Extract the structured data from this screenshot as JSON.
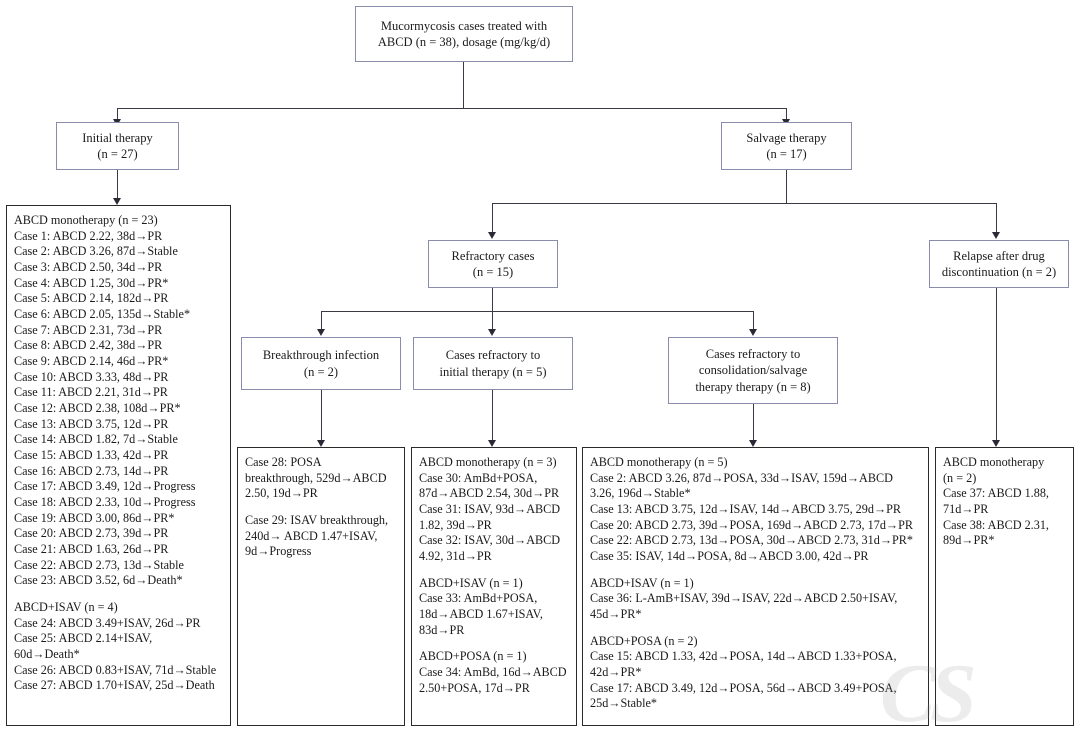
{
  "diagram": {
    "title": "Mucormycosis ABCD treatment flowchart",
    "border_color_process": "#8b8bab",
    "border_color_listbox": "#2a2a2a",
    "connector_color": "#3a3a46",
    "watermark_text": "CS"
  },
  "nodes": {
    "root": "Mucormycosis cases treated with\nABCD (n = 38), dosage (mg/kg/d)",
    "initial_therapy": "Initial therapy\n(n = 27)",
    "salvage_therapy": "Salvage therapy\n(n = 17)",
    "refractory_cases": "Refractory cases\n(n = 15)",
    "relapse_after_discontinuation": "Relapse after drug\ndiscontinuation (n = 2)",
    "breakthrough_infection": "Breakthrough infection\n(n = 2)",
    "refractory_initial": "Cases refractory to\ninitial therapy (n = 5)",
    "refractory_consolidation": "Cases refractory to\nconsolidation/salvage\ntherapy therapy (n = 8)"
  },
  "lists": {
    "initial_therapy_cases": {
      "blocks": [
        {
          "heading": "ABCD monotherapy (n = 23)",
          "items": [
            "Case 1: ABCD 2.22, 38d→PR",
            "Case 2: ABCD 3.26, 87d→Stable",
            "Case 3: ABCD 2.50, 34d→PR",
            "Case 4: ABCD 1.25, 30d→PR*",
            "Case 5: ABCD 2.14, 182d→PR",
            "Case 6: ABCD 2.05, 135d→Stable*",
            "Case 7: ABCD 2.31, 73d→PR",
            "Case 8: ABCD 2.42, 38d→PR",
            "Case 9: ABCD 2.14, 46d→PR*",
            "Case 10: ABCD 3.33, 48d→PR",
            "Case 11: ABCD 2.21, 31d→PR",
            "Case 12: ABCD 2.38, 108d→PR*",
            "Case 13: ABCD 3.75, 12d→PR",
            "Case 14: ABCD 1.82, 7d→Stable",
            "Case 15: ABCD 1.33, 42d→PR",
            "Case 16: ABCD 2.73, 14d→PR",
            "Case 17: ABCD 3.49, 12d→Progress",
            "Case 18: ABCD 2.33, 10d→Progress",
            "Case 19: ABCD 3.00, 86d→PR*",
            "Case 20: ABCD 2.73, 39d→PR",
            "Case 21: ABCD 1.63, 26d→PR",
            "Case 22: ABCD 2.73, 13d→Stable",
            "Case 23: ABCD 3.52, 6d→Death*"
          ]
        },
        {
          "heading": "ABCD+ISAV (n = 4)",
          "items": [
            "Case 24: ABCD 3.49+ISAV, 26d→PR",
            "Case 25: ABCD 2.14+ISAV,\n60d→Death*",
            "Case 26: ABCD 0.83+ISAV, 71d→Stable",
            "Case 27: ABCD 1.70+ISAV, 25d→Death"
          ]
        }
      ]
    },
    "breakthrough_cases": {
      "blocks": [
        {
          "heading": "",
          "items": [
            "Case 28: POSA\nbreakthrough, 529d→ABCD\n2.50, 19d→PR"
          ]
        },
        {
          "heading": "",
          "items": [
            "Case 29: ISAV breakthrough,\n240d→ ABCD 1.47+ISAV,\n9d→Progress"
          ]
        }
      ]
    },
    "refractory_initial_cases": {
      "blocks": [
        {
          "heading": "ABCD monotherapy (n = 3)",
          "items": [
            "Case 30: AmBd+POSA,\n87d→ABCD 2.54, 30d→PR",
            "Case 31: ISAV, 93d→ABCD\n1.82, 39d→PR",
            "Case 32: ISAV, 30d→ABCD\n4.92, 31d→PR"
          ]
        },
        {
          "heading": "ABCD+ISAV (n = 1)",
          "items": [
            "Case 33: AmBd+POSA,\n18d→ABCD 1.67+ISAV,\n83d→PR"
          ]
        },
        {
          "heading": "ABCD+POSA (n = 1)",
          "items": [
            "Case 34: AmBd, 16d→ABCD\n2.50+POSA, 17d→PR"
          ]
        }
      ]
    },
    "refractory_consolidation_cases": {
      "blocks": [
        {
          "heading": "ABCD monotherapy (n = 5)",
          "items": [
            "Case 2: ABCD 3.26, 87d→POSA, 33d→ISAV, 159d→ABCD\n3.26, 196d→Stable*",
            "Case 13: ABCD 3.75, 12d→ISAV, 14d→ABCD 3.75, 29d→PR",
            "Case 20: ABCD 2.73, 39d→POSA, 169d→ABCD 2.73, 17d→PR",
            "Case 22: ABCD 2.73, 13d→POSA, 30d→ABCD 2.73, 31d→PR*",
            "Case 35: ISAV, 14d→POSA, 8d→ABCD 3.00, 42d→PR"
          ]
        },
        {
          "heading": "ABCD+ISAV (n = 1)",
          "items": [
            "Case 36: L-AmB+ISAV, 39d→ISAV, 22d→ABCD 2.50+ISAV,\n45d→PR*"
          ]
        },
        {
          "heading": "ABCD+POSA (n = 2)",
          "items": [
            "Case 15: ABCD 1.33, 42d→POSA, 14d→ABCD 1.33+POSA,\n42d→PR*",
            "Case 17: ABCD 3.49, 12d→POSA, 56d→ABCD 3.49+POSA,\n25d→Stable*"
          ]
        }
      ]
    },
    "relapse_cases": {
      "blocks": [
        {
          "heading": "ABCD monotherapy\n(n = 2)",
          "items": [
            "Case 37: ABCD 1.88,\n71d→PR",
            "Case 38: ABCD 2.31,\n89d→PR*"
          ]
        }
      ]
    }
  }
}
